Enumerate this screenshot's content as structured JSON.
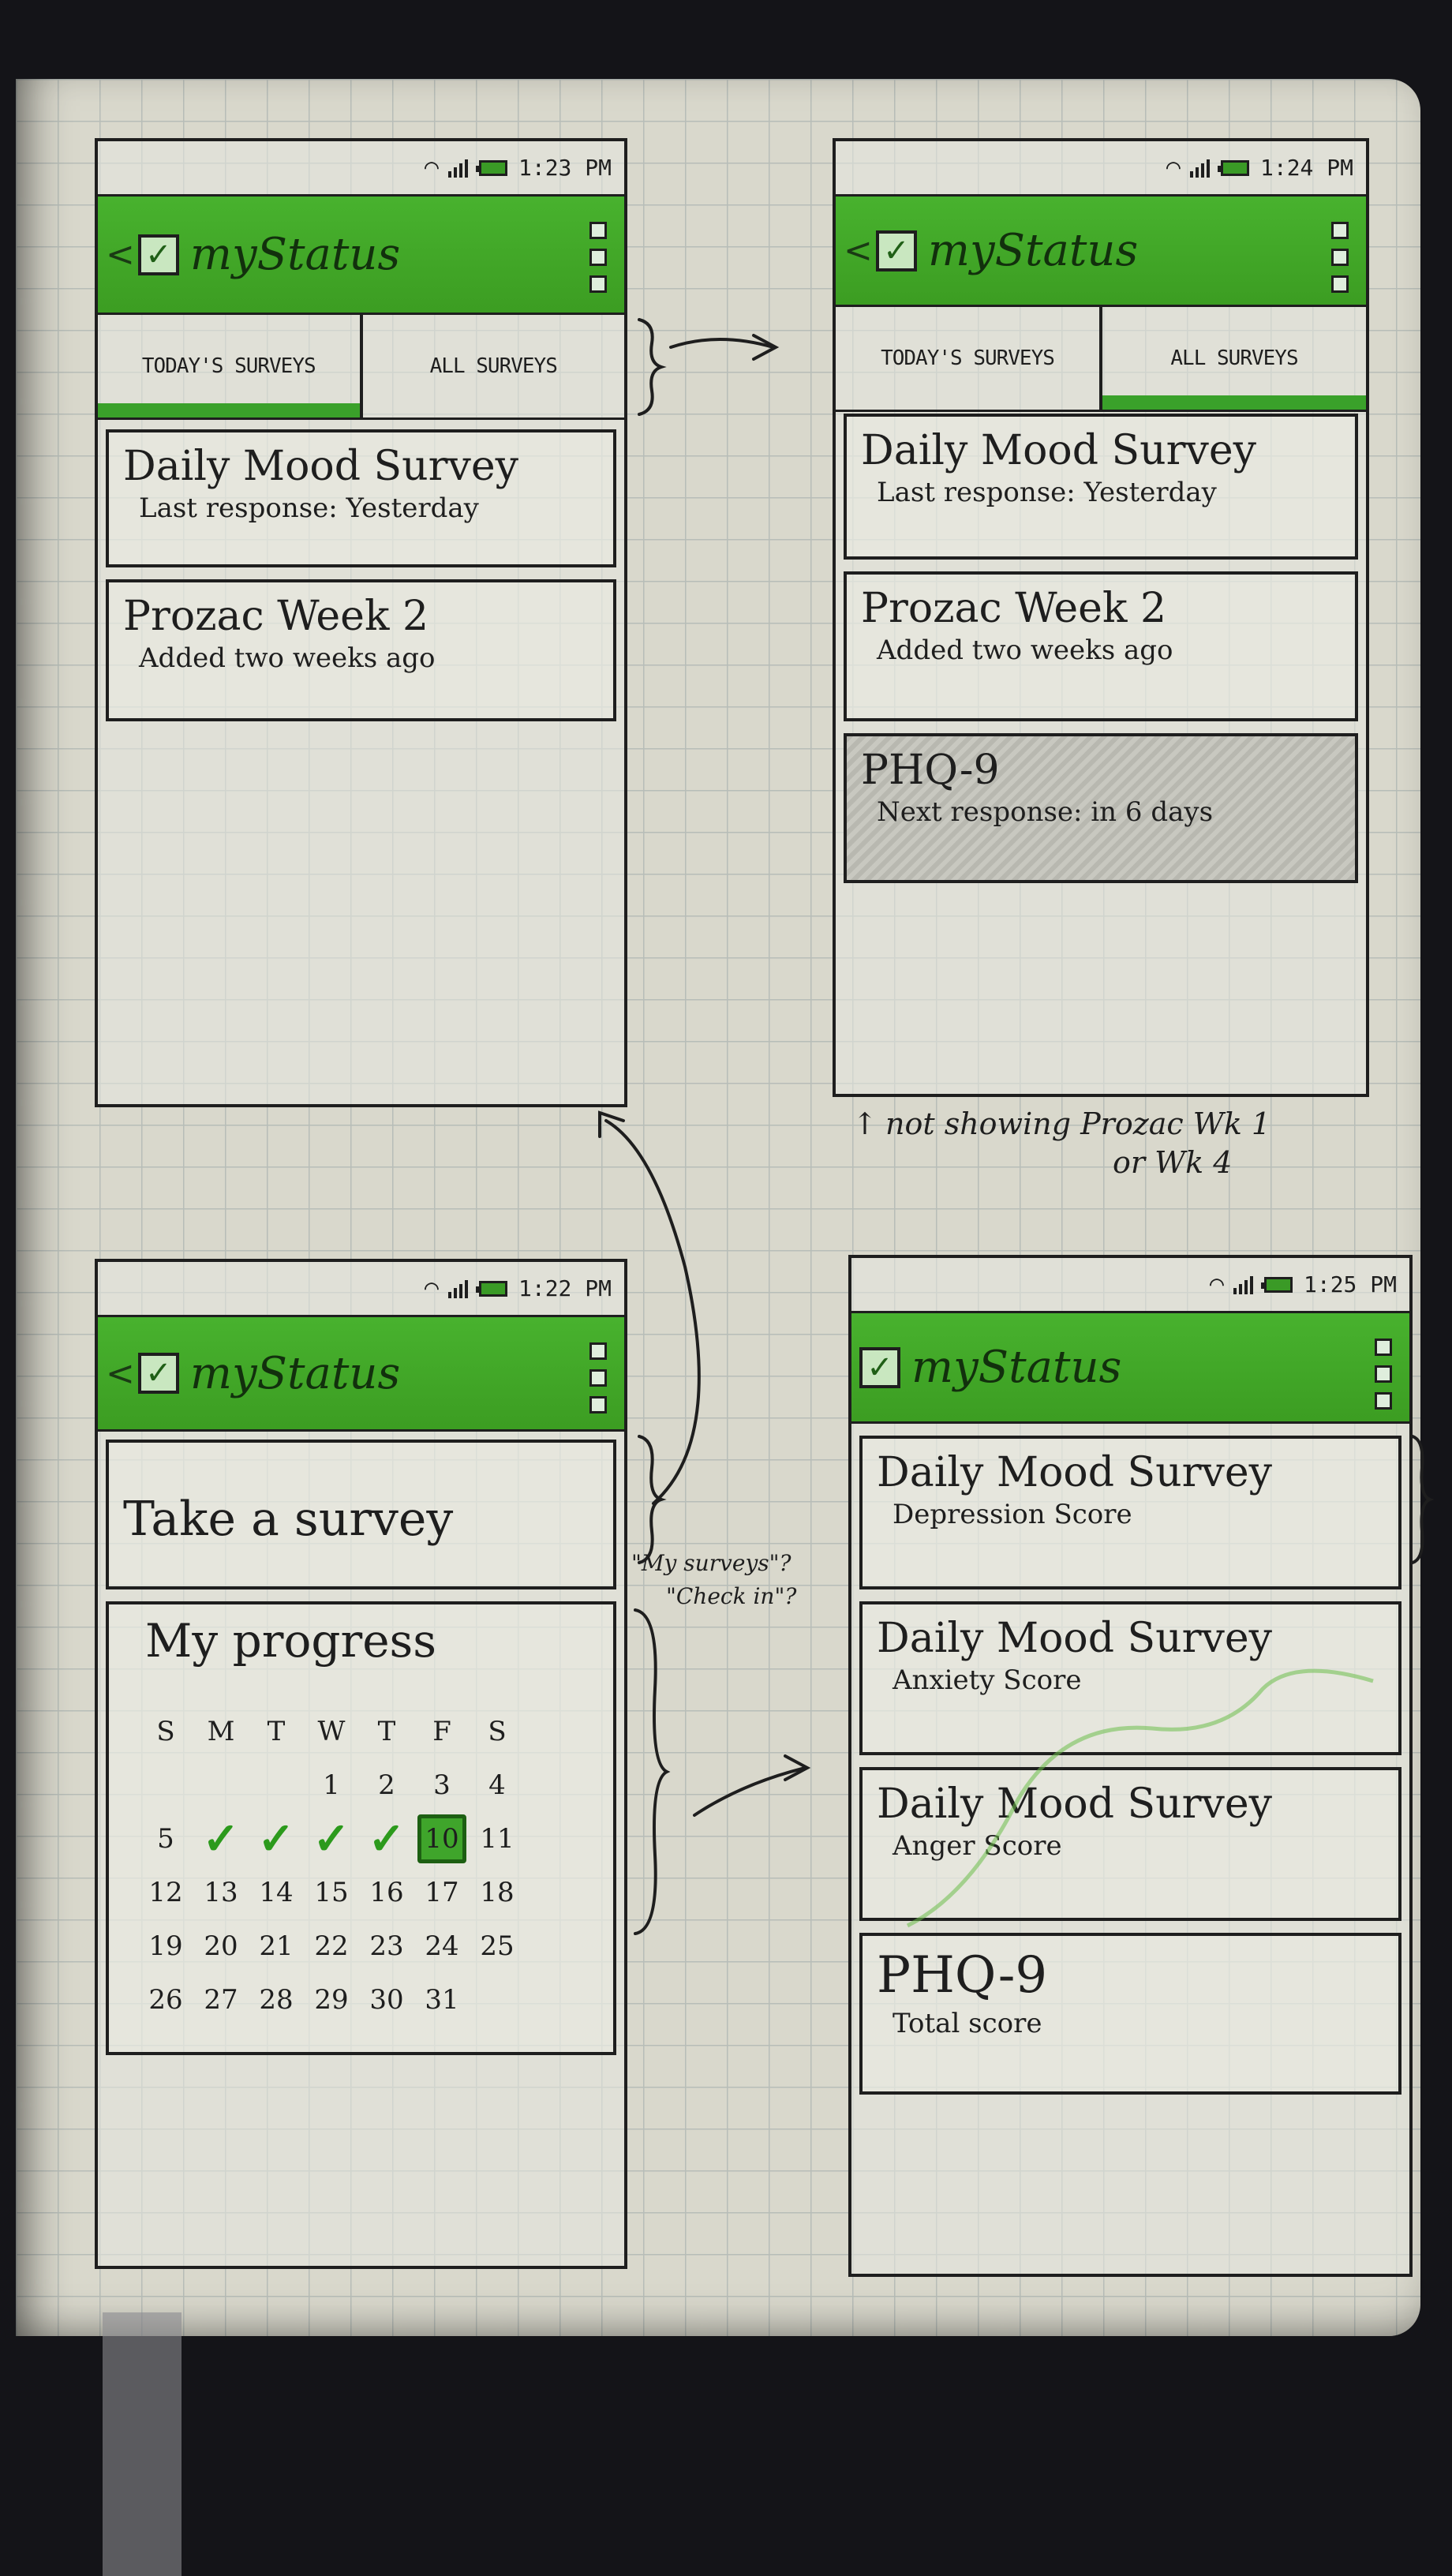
{
  "app": {
    "title": "myStatus",
    "back": "<"
  },
  "tabs": [
    "TODAY'S SURVEYS",
    "ALL SURVEYS"
  ],
  "screens": {
    "today": {
      "time": "1:23 PM",
      "cards": [
        {
          "title": "Daily Mood Survey",
          "sub": "Last response: Yesterday"
        },
        {
          "title": "Prozac Week 2",
          "sub": "Added two weeks ago"
        }
      ]
    },
    "all": {
      "time": "1:24 PM",
      "cards": [
        {
          "title": "Daily Mood Survey",
          "sub": "Last response: Yesterday"
        },
        {
          "title": "Prozac Week 2",
          "sub": "Added two weeks ago"
        },
        {
          "title": "PHQ-9",
          "sub": "Next response: in 6 days"
        }
      ],
      "note": [
        "not showing Prozac Wk 1",
        "or Wk 4"
      ]
    },
    "home": {
      "time": "1:22 PM",
      "take_survey": "Take a survey",
      "progress": {
        "title": "My progress",
        "days": [
          "S",
          "M",
          "T",
          "W",
          "T",
          "F",
          "S"
        ],
        "weeks": [
          [
            "",
            "",
            "",
            "1",
            "2",
            "3",
            "4"
          ],
          [
            "5",
            "",
            "",
            "",
            "",
            "10",
            "11"
          ],
          [
            "12",
            "13",
            "14",
            "15",
            "16",
            "17",
            "18"
          ],
          [
            "19",
            "20",
            "21",
            "22",
            "23",
            "24",
            "25"
          ],
          [
            "26",
            "27",
            "28",
            "29",
            "30",
            "31",
            ""
          ]
        ],
        "completed_days": [
          "6",
          "7",
          "8",
          "9"
        ],
        "today": "10"
      },
      "notes": [
        "\"My surveys\"?",
        "\"Check in\"?"
      ]
    },
    "scores": {
      "time": "1:25 PM",
      "cards": [
        {
          "title": "Daily Mood Survey",
          "sub": "Depression Score"
        },
        {
          "title": "Daily Mood Survey",
          "sub": "Anxiety Score"
        },
        {
          "title": "Daily Mood Survey",
          "sub": "Anger Score"
        },
        {
          "title": "PHQ-9",
          "sub": "Total score"
        }
      ]
    }
  },
  "colors": {
    "green": "#3fa52b",
    "ink": "#1e1e1e",
    "paper": "#d9d8cc"
  }
}
